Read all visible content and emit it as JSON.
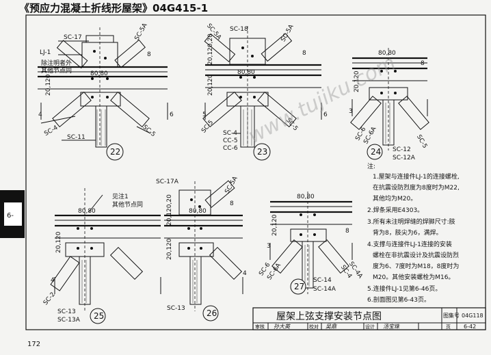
{
  "header": {
    "title": "《预应力混凝土折线形屋架》04G415-1"
  },
  "side_tab": {
    "label": "6-"
  },
  "watermark": {
    "text": "www.tujiku.com"
  },
  "page_number": "172",
  "details": {
    "d22": {
      "number": "22",
      "labels": [
        "SC-17",
        "LJ-1",
        "除注明者外",
        "其他节点同",
        "SC-5A",
        "SC-4",
        "SC-5",
        "SC-11",
        "80,80",
        "20,120",
        "8",
        "4",
        "6"
      ]
    },
    "d23": {
      "number": "23",
      "labels": [
        "SC-18",
        "SC-5A",
        "SC-5A",
        "SC-4",
        "CC-5",
        "CC-6",
        "SC-5",
        "SC-5",
        "80,80",
        "20,120",
        "20,120,20",
        "8",
        "5",
        "6"
      ]
    },
    "d24": {
      "number": "24",
      "labels": [
        "80,80",
        "20,120",
        "SC-6",
        "SC-6A",
        "SC-12",
        "SC-12A",
        "SC-5",
        "3",
        "8"
      ]
    },
    "d25": {
      "number": "25",
      "labels": [
        "见注1",
        "其他节点同",
        "SC-2",
        "SC-13",
        "SC-13A",
        "80,80",
        "20,120",
        "4"
      ]
    },
    "d26": {
      "number": "26",
      "labels": [
        "SC-17A",
        "SC-5A",
        "SC-13",
        "80,80",
        "20,120",
        "20,120,20",
        "4",
        "8"
      ]
    },
    "d27": {
      "number": "27",
      "labels": [
        "80,80",
        "SC-14",
        "SC-14A",
        "SC-6",
        "SC-6A",
        "SC-4",
        "SC-4A",
        "20,120",
        "3",
        "8"
      ]
    }
  },
  "notes": {
    "heading": "注:",
    "items": [
      "1.屋架与连接件LJ-1的连接螺栓,",
      "在抗震设防烈度为8度时为M22,",
      "其他均为M20。",
      "2.焊条采用E4303。",
      "3.所有未注明焊缝的焊脚尺寸:肢",
      "背为8，肢尖为6，满焊。",
      "4.支撑与连接件LJ-1连接的安装",
      "螺栓在非抗震设计及抗震设防烈",
      "度为6、7度时为M18，8度时为",
      "M20。其他安装螺栓为M16。",
      "5.连接件LJ-1见第6-46页。",
      "6.剖面图见第6-43页。"
    ]
  },
  "title_block": {
    "drawing_title": "屋架上弦支撑安装节点图",
    "atlas_no_label": "图集号",
    "atlas_no": "04G118",
    "review_label": "审核",
    "review_name": "孙大英",
    "check_label": "校对",
    "check_name": "吴鼎",
    "design_label": "设计",
    "design_name": "汤宝珠",
    "page_label": "页",
    "page_value": "6-42"
  }
}
